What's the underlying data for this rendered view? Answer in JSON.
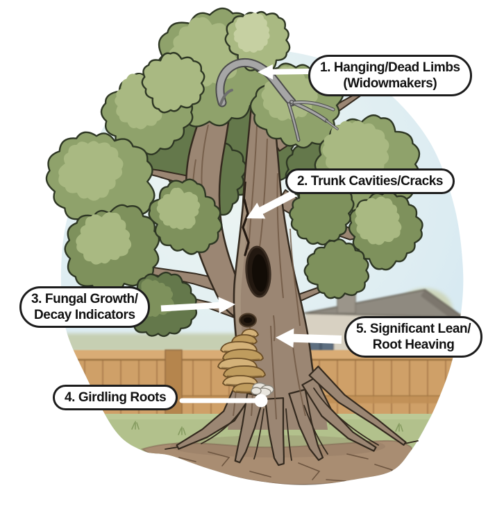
{
  "figure": {
    "type": "annotated-tree-hazard-illustration",
    "callouts": [
      {
        "line1": "1. Hanging/Dead Limbs",
        "line2": "(Widowmakers)"
      },
      {
        "line1": "2. Trunk Cavities/Cracks",
        "line2": ""
      },
      {
        "line1": "3. Fungal Growth/",
        "line2": "Decay Indicators"
      },
      {
        "line1": "4. Girdling Roots",
        "line2": ""
      },
      {
        "line1": "5. Significant Lean/",
        "line2": "Root Heaving"
      }
    ]
  },
  "palette": {
    "background": "#ffffff",
    "sky_blob_edge": "#c8e2f0",
    "sky_blob_mid": "#dcecf2",
    "sky_blob_center": "#edf5f2",
    "foliage_dark": "#64784b",
    "foliage_mid": "#7e915c",
    "foliage_base": "#8fa26b",
    "foliage_light": "#a9b982",
    "foliage_xlight": "#c6d0a2",
    "foliage_outline": "#2e3724",
    "trunk": "#9b8673",
    "trunk_dark": "#6f5743",
    "trunk_outline": "#33291e",
    "trunk_light": "#b3a18c",
    "dead_limb": "#a6a6a6",
    "dead_limb_dark": "#4a4a4a",
    "cavity": "#221810",
    "fungus_tan": "#d4b279",
    "fungus_tan_dark": "#bf9c5e",
    "fungus_outline": "#6a4d26",
    "fungus_white": "#e9e6de",
    "fence": "#cfa068",
    "fence_dark": "#a87a49",
    "fence_post": "#b5854e",
    "fence_rail": "#d9ac74",
    "grass": "#b2c18c",
    "grass_dark": "#869c61",
    "dirt": "#a98d72",
    "dirt_dark": "#7d6450",
    "house_roof": "#8f8a80",
    "house_roof_dark": "#6b665c",
    "house_wall": "#d8d1c2",
    "house_window": "#5d6e80",
    "hedge": "#c6cfb2",
    "arrow": "#ffffff",
    "label_border": "#1c1c1c",
    "label_bg": "#ffffff",
    "label_text": "#111111"
  }
}
